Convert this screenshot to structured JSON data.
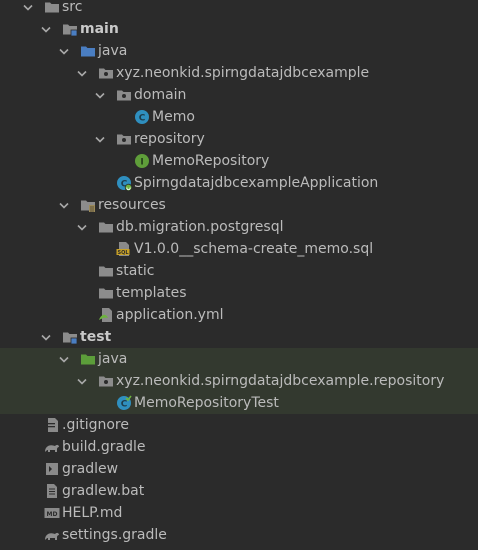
{
  "tree": [
    {
      "label": "src",
      "depth": 0,
      "expanded": true,
      "icon": "folder-icon",
      "bold": false,
      "highlight": false
    },
    {
      "label": "main",
      "depth": 1,
      "expanded": true,
      "icon": "module-folder-icon",
      "bold": true,
      "highlight": false
    },
    {
      "label": "java",
      "depth": 2,
      "expanded": true,
      "icon": "source-root-folder-icon",
      "bold": false,
      "highlight": false
    },
    {
      "label": "xyz.neonkid.spirngdatajdbcexample",
      "depth": 3,
      "expanded": true,
      "icon": "package-icon",
      "bold": false,
      "highlight": false
    },
    {
      "label": "domain",
      "depth": 4,
      "expanded": true,
      "icon": "package-icon",
      "bold": false,
      "highlight": false
    },
    {
      "label": "Memo",
      "depth": 5,
      "expanded": null,
      "icon": "class-icon",
      "bold": false,
      "highlight": false
    },
    {
      "label": "repository",
      "depth": 4,
      "expanded": true,
      "icon": "package-icon",
      "bold": false,
      "highlight": false
    },
    {
      "label": "MemoRepository",
      "depth": 5,
      "expanded": null,
      "icon": "interface-icon",
      "bold": false,
      "highlight": false
    },
    {
      "label": "SpirngdatajdbcexampleApplication",
      "depth": 4,
      "expanded": null,
      "icon": "spring-boot-class-icon",
      "bold": false,
      "highlight": false
    },
    {
      "label": "resources",
      "depth": 2,
      "expanded": true,
      "icon": "resources-folder-icon",
      "bold": false,
      "highlight": false
    },
    {
      "label": "db.migration.postgresql",
      "depth": 3,
      "expanded": true,
      "icon": "folder-icon",
      "bold": false,
      "highlight": false
    },
    {
      "label": "V1.0.0__schema-create_memo.sql",
      "depth": 4,
      "expanded": null,
      "icon": "sql-file-icon",
      "bold": false,
      "highlight": false
    },
    {
      "label": "static",
      "depth": 3,
      "expanded": null,
      "icon": "folder-icon",
      "bold": false,
      "highlight": false
    },
    {
      "label": "templates",
      "depth": 3,
      "expanded": null,
      "icon": "folder-icon",
      "bold": false,
      "highlight": false
    },
    {
      "label": "application.yml",
      "depth": 3,
      "expanded": null,
      "icon": "yaml-file-icon",
      "bold": false,
      "highlight": false
    },
    {
      "label": "test",
      "depth": 1,
      "expanded": true,
      "icon": "module-folder-icon",
      "bold": true,
      "highlight": false
    },
    {
      "label": "java",
      "depth": 2,
      "expanded": true,
      "icon": "test-root-folder-icon",
      "bold": false,
      "highlight": true
    },
    {
      "label": "xyz.neonkid.spirngdatajdbcexample.repository",
      "depth": 3,
      "expanded": true,
      "icon": "package-icon",
      "bold": false,
      "highlight": true
    },
    {
      "label": "MemoRepositoryTest",
      "depth": 4,
      "expanded": null,
      "icon": "test-class-icon",
      "bold": false,
      "highlight": true
    },
    {
      "label": ".gitignore",
      "depth": 0,
      "expanded": null,
      "icon": "gitignore-file-icon",
      "bold": false,
      "highlight": false
    },
    {
      "label": "build.gradle",
      "depth": 0,
      "expanded": null,
      "icon": "gradle-icon",
      "bold": false,
      "highlight": false
    },
    {
      "label": "gradlew",
      "depth": 0,
      "expanded": null,
      "icon": "shell-script-icon",
      "bold": false,
      "highlight": false
    },
    {
      "label": "gradlew.bat",
      "depth": 0,
      "expanded": null,
      "icon": "text-file-icon",
      "bold": false,
      "highlight": false
    },
    {
      "label": "HELP.md",
      "depth": 0,
      "expanded": null,
      "icon": "markdown-file-icon",
      "bold": false,
      "highlight": false
    },
    {
      "label": "settings.gradle",
      "depth": 0,
      "expanded": null,
      "icon": "gradle-icon",
      "bold": false,
      "highlight": false
    }
  ],
  "colors": {
    "background": "#2b2b2b",
    "highlight_row": "#33392f",
    "text": "#bbbbbb",
    "folder": "#8c8c8c",
    "source_root": "#4a7ec2",
    "resources_root": "#9b8a5a",
    "test_root": "#5c9e3a",
    "class": "#2f8fbf",
    "interface": "#5f9e3a",
    "spring": "#6db33f"
  }
}
